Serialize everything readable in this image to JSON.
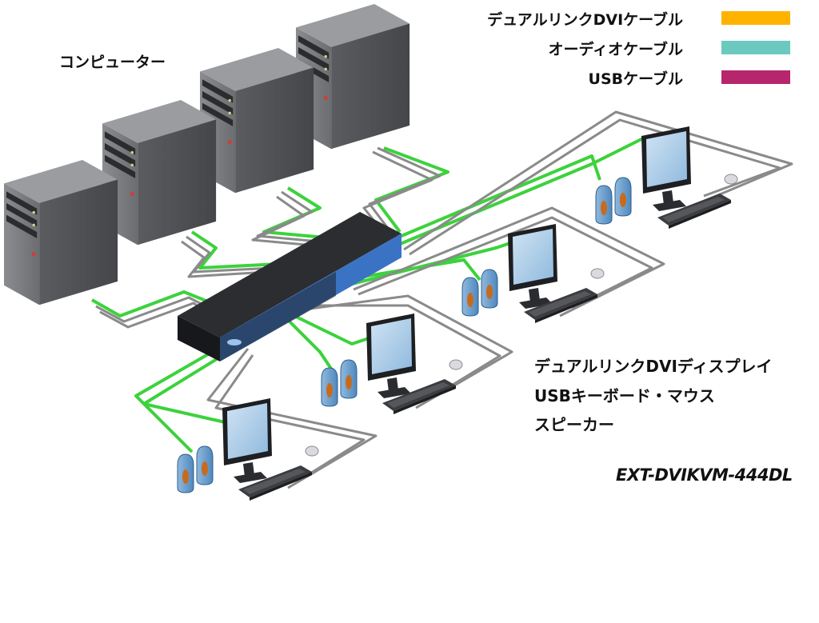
{
  "legend": [
    {
      "label": "デュアルリンクDVIケーブル",
      "color": "#FFB300"
    },
    {
      "label": "オーディオケーブル",
      "color": "#6CC9C0"
    },
    {
      "label": "USBケーブル",
      "color": "#B5266D"
    }
  ],
  "labels": {
    "computers": "コンピューター",
    "stations": [
      "デュアルリンクDVIディスプレイ",
      "USBキーボード・マウス",
      "スピーカー"
    ],
    "model": "EXT-DVIKVM-444DL"
  },
  "colors": {
    "dvi_cable_drawn": "#3CD23C",
    "audio_usb_cable_drawn": "#808080",
    "kvm_body": "#1E2024",
    "kvm_side": "#3A73C4",
    "tower": "#707276",
    "monitor_screen": "#A9CDE8"
  }
}
